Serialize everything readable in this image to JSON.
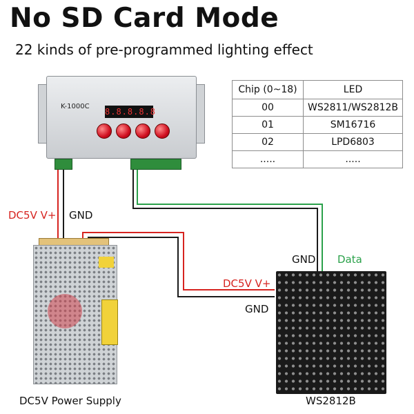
{
  "header": {
    "title": "No SD Card Mode",
    "subtitle": "22 kinds of pre-programmed lighting effect"
  },
  "table": {
    "headers": [
      "Chip (0~18)",
      "LED"
    ],
    "rows": [
      [
        "00",
        "WS2811/WS2812B"
      ],
      [
        "01",
        "SM16716"
      ],
      [
        "02",
        "LPD6803"
      ],
      [
        ".....",
        "....."
      ]
    ]
  },
  "controller": {
    "model": "K-1000C",
    "display": "8.8.8.8.8"
  },
  "wire_labels": {
    "dc5v_left": "DC5V V+",
    "gnd_left": "GND",
    "gnd_matrix_top": "GND",
    "data": "Data",
    "dc5v_matrix": "DC5V V+",
    "gnd_matrix": "GND"
  },
  "captions": {
    "power_supply": "DC5V Power Supply",
    "matrix": "WS2812B"
  },
  "colors": {
    "red_wire": "#d6231f",
    "black_wire": "#1a1a1a",
    "green_wire": "#2aa14a"
  }
}
